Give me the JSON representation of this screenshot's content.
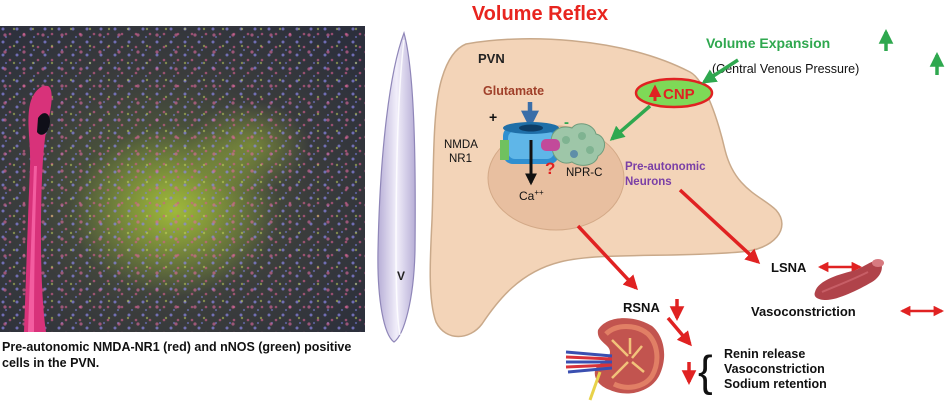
{
  "title": "Volume Reflex",
  "photo_caption": "Pre-autonomic NMDA-NR1 (red) and nNOS (green) positive cells in the PVN.",
  "labels": {
    "ventricle": "V",
    "pvn": "PVN",
    "glutamate": "Glutamate",
    "plus": "+",
    "minus": "-",
    "nmda": "NMDA",
    "nr1": "NR1",
    "calcium": "Ca",
    "calcium_sup": "++",
    "question": "?",
    "nprc": "NPR-C",
    "preautonomic_1": "Pre-autonomic",
    "preautonomic_2": "Neurons",
    "volume_expansion": "Volume Expansion",
    "cvp": "(Central Venous Pressure)",
    "cnp": "CNP",
    "lsna": "LSNA",
    "vasoconstriction_vessel": "Vasoconstriction",
    "rsna": "RSNA",
    "renal_effects": [
      "Renin release",
      "Vasoconstriction",
      "Sodium retention"
    ]
  },
  "colors": {
    "title_red": "#e8251f",
    "arrow_red": "#e02222",
    "arrow_green": "#2fa84f",
    "pvn_fill": "#f3d4b8",
    "pvn_stroke": "#c9a98a",
    "glutamate_label": "#a0402a",
    "cnp_fill": "#7ed957",
    "preautonomic_label": "#7a3fa6",
    "receptor_blue": "#2f8fd0"
  }
}
